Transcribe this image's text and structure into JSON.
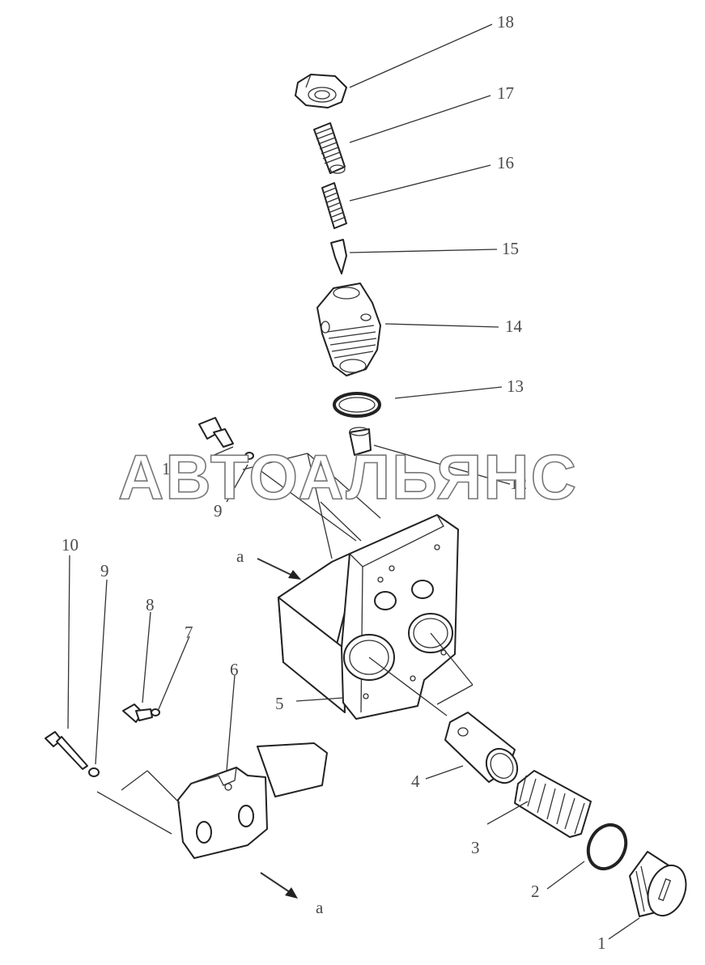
{
  "watermark": "АВТОАЛЬЯНС",
  "view_marks": {
    "top": "a",
    "bottom": "a"
  },
  "callouts": [
    {
      "id": "c18",
      "label": "18"
    },
    {
      "id": "c17",
      "label": "17"
    },
    {
      "id": "c16",
      "label": "16"
    },
    {
      "id": "c15",
      "label": "15"
    },
    {
      "id": "c14",
      "label": "14"
    },
    {
      "id": "c13",
      "label": "13"
    },
    {
      "id": "c12",
      "label": "12"
    },
    {
      "id": "c11",
      "label": "11"
    },
    {
      "id": "c9a",
      "label": "9"
    },
    {
      "id": "c10",
      "label": "10"
    },
    {
      "id": "c9b",
      "label": "9"
    },
    {
      "id": "c8",
      "label": "8"
    },
    {
      "id": "c7",
      "label": "7"
    },
    {
      "id": "c6",
      "label": "6"
    },
    {
      "id": "c5",
      "label": "5"
    },
    {
      "id": "c4",
      "label": "4"
    },
    {
      "id": "c3",
      "label": "3"
    },
    {
      "id": "c2",
      "label": "2"
    },
    {
      "id": "c1",
      "label": "1"
    }
  ]
}
